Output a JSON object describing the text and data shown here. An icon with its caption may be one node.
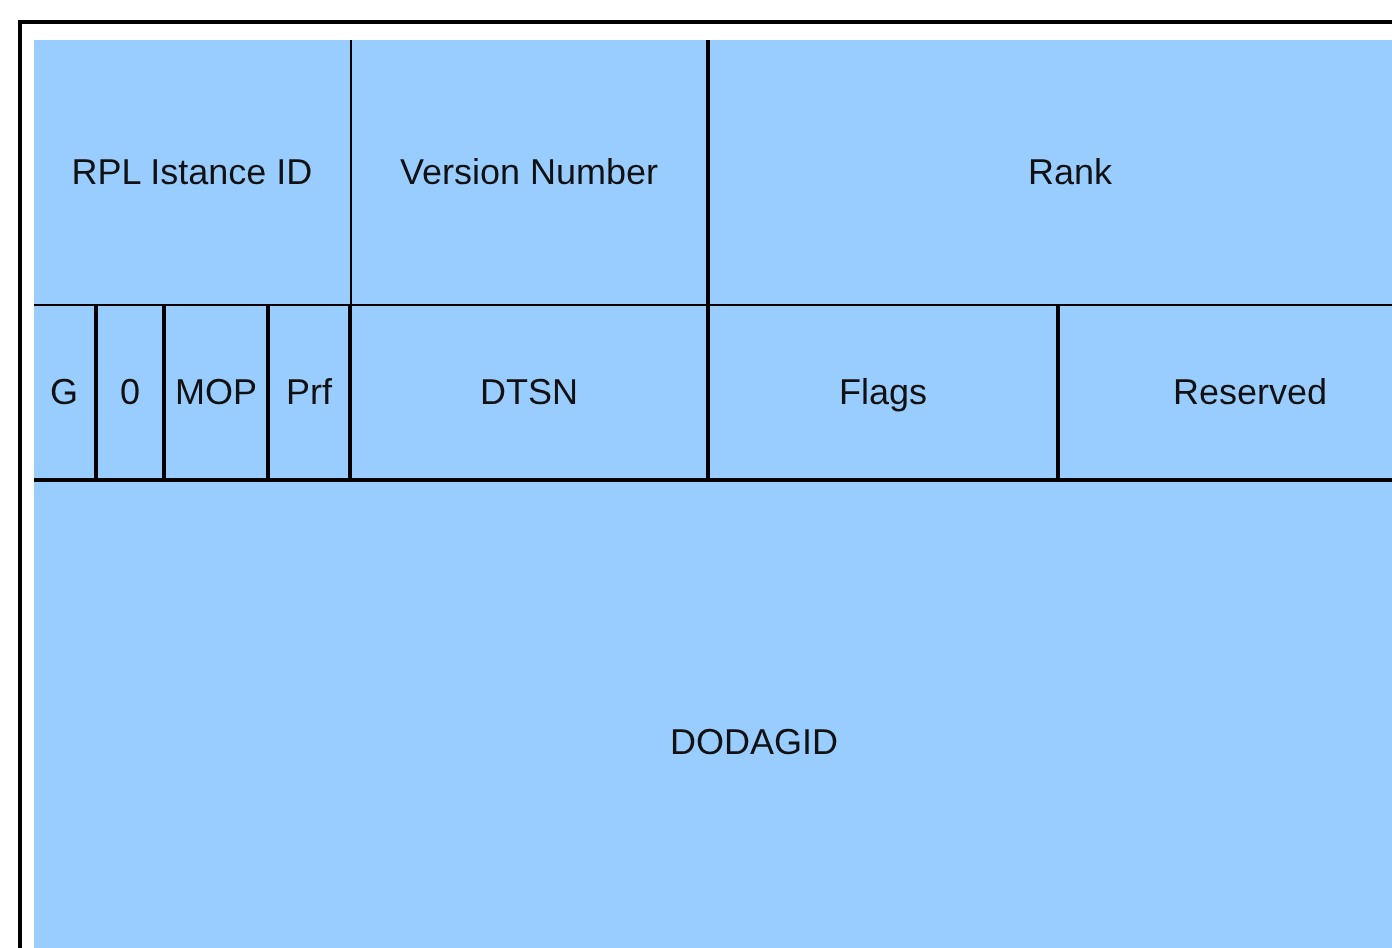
{
  "diagram": {
    "nodes": [
      {
        "text": [
          "RPL Istance ID"
        ]
      },
      {
        "text": [
          "Version Number"
        ]
      },
      {
        "text": [
          "Rank"
        ]
      },
      {
        "text": [
          "G"
        ]
      },
      {
        "text": [
          "0"
        ]
      },
      {
        "text": [
          "MOP"
        ]
      },
      {
        "text": [
          "Prf"
        ]
      },
      {
        "text": [
          "DTSN"
        ]
      },
      {
        "text": [
          "Flags"
        ]
      },
      {
        "text": [
          "Reserved"
        ]
      },
      {
        "text": [
          "DODAGID"
        ]
      }
    ],
    "edges": []
  }
}
